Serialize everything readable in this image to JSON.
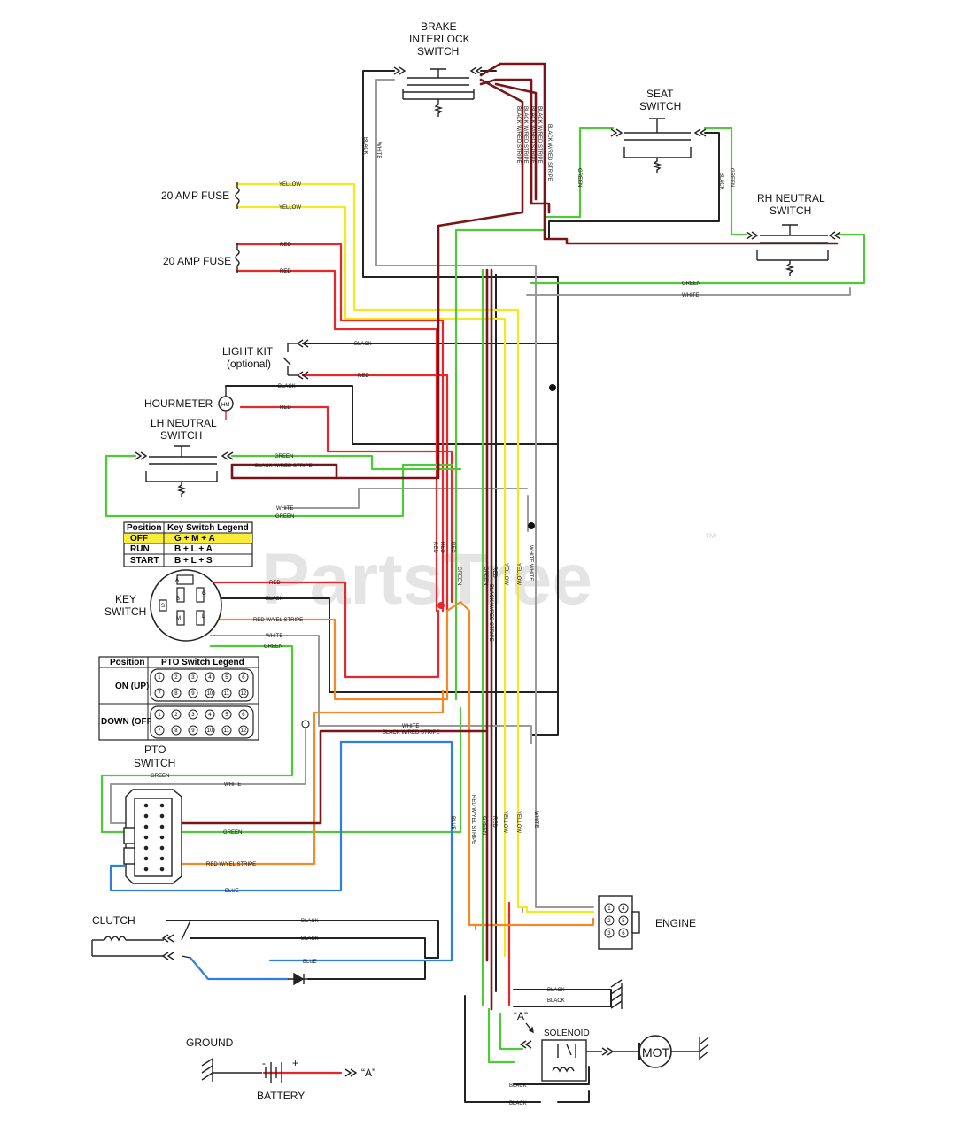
{
  "watermark": {
    "text": "PartsTree",
    "tm": "™"
  },
  "labels": {
    "brake_l1": "BRAKE",
    "brake_l2": "INTERLOCK",
    "brake_l3": "SWITCH",
    "seat_l1": "SEAT",
    "seat_l2": "SWITCH",
    "rhn_l1": "RH NEUTRAL",
    "rhn_l2": "SWITCH",
    "fuse1": "20 AMP FUSE",
    "fuse2": "20 AMP FUSE",
    "light_l1": "LIGHT KIT",
    "light_l2": "(optional)",
    "hourmeter": "HOURMETER",
    "hourmeter_symbol": "HM",
    "lhn_l1": "LH NEUTRAL",
    "lhn_l2": "SWITCH",
    "key_l1": "KEY",
    "key_l2": "SWITCH",
    "pto_l1": "PTO",
    "pto_l2": "SWITCH",
    "clutch": "CLUTCH",
    "engine": "ENGINE",
    "solenoid": "SOLENOID",
    "mot": "MOT",
    "a_ref": "“A”",
    "a_ref2": "“A”",
    "ground": "GROUND",
    "battery": "BATTERY",
    "minus": "-",
    "plus": "+"
  },
  "key_switch_pins": [
    "A",
    "B",
    "G",
    "S",
    "M",
    "L"
  ],
  "key_legend": {
    "headers": [
      "Position",
      "Key Switch Legend"
    ],
    "rows": [
      {
        "position": "OFF",
        "value": "G + M + A"
      },
      {
        "position": "RUN",
        "value": "B + L + A"
      },
      {
        "position": "START",
        "value": "B + L + S"
      }
    ]
  },
  "pto_legend": {
    "headers": [
      "Position",
      "PTO Switch Legend"
    ],
    "rows": [
      {
        "position": "ON (UP)"
      },
      {
        "position": "DOWN (OFF)"
      }
    ],
    "pins_top": [
      "1",
      "2",
      "3",
      "4",
      "5",
      "6"
    ],
    "pins_bottom": [
      "7",
      "8",
      "9",
      "10",
      "11",
      "12"
    ]
  },
  "engine_pins": [
    "1",
    "2",
    "3",
    "4",
    "5",
    "6"
  ],
  "wire_labels": {
    "yellow": "YELLOW",
    "red": "RED",
    "black": "BLACK",
    "white": "WHITE",
    "green": "GREEN",
    "blue": "BLUE",
    "black_red": "BLACK W/RED STRIPE",
    "red_yel": "RED W/YEL STRIPE",
    "red_yel2": "RED W/YEL STRIPE",
    "white_white": "WHITE WHITE"
  },
  "colors": {
    "black": "#222222",
    "white_wire": "#9a9a9a",
    "red": "#e8262b",
    "yellow": "#f2ea1e",
    "green": "#4fc93a",
    "blue": "#2f7fe0",
    "orange": "#f08a2a",
    "maroon": "#7a1418",
    "highlight": "#f7ec3a"
  }
}
